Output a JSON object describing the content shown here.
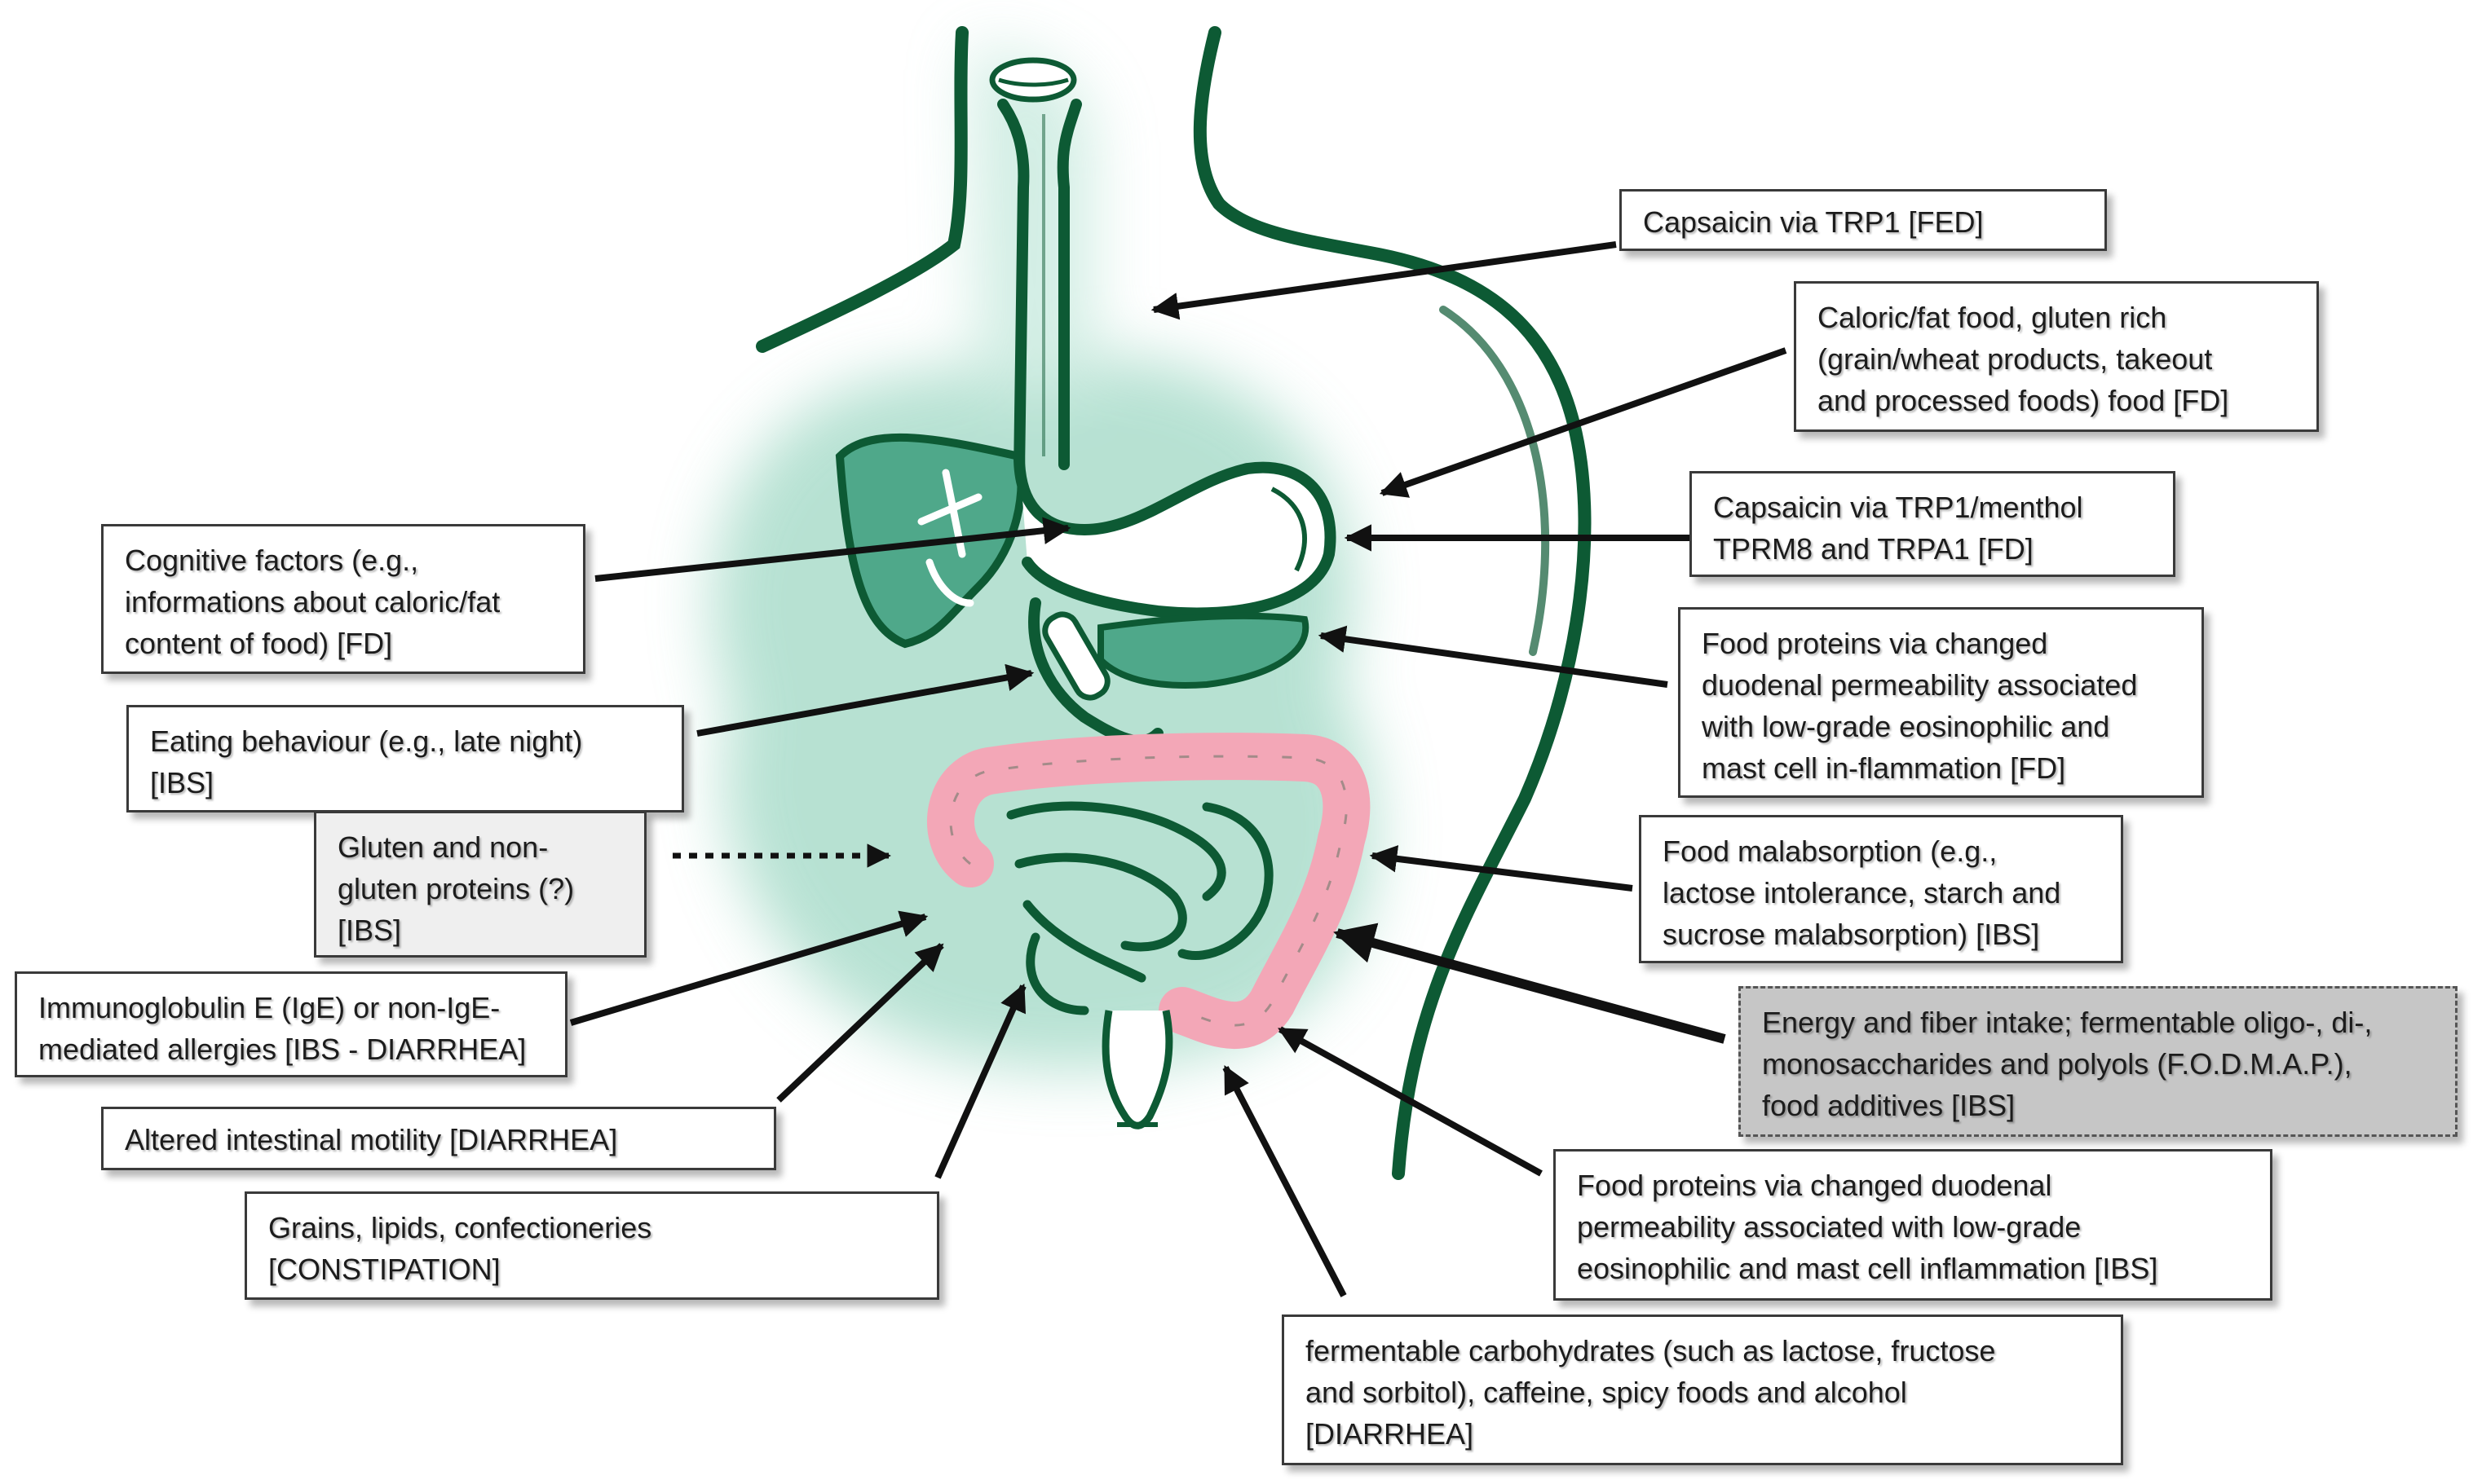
{
  "labels": {
    "capsaicin_trp1": "Capsaicin via TRP1  [FED]",
    "caloric_fat": "Caloric/fat food, gluten rich\n(grain/wheat products, takeout\nand processed foods) food [FD]",
    "capsaicin_menthol": "Capsaicin via TRP1/menthol\nTPRM8 and TRPA1  [FD]",
    "cognitive": "Cognitive factors (e.g.,\ninformations about caloric/fat\ncontent of food) [FD]",
    "food_proteins_fd": "Food proteins via changed\nduodenal permeability associated\nwith low-grade eosinophilic and\nmast cell in-flammation  [FD]",
    "eating_behaviour": "Eating behaviour (e.g., late night)\n[IBS]",
    "gluten": "Gluten and non-\ngluten proteins (?)\n[IBS]",
    "malabsorption": "Food malabsorption (e.g.,\nlactose intolerance, starch and\nsucrose malabsorption) [IBS]",
    "ige": "Immunoglobulin  E (IgE) or non-IgE-\nmediated allergies [IBS - DIARRHEA]",
    "fodmap": "Energy and fiber intake; fermentable oligo-, di-,\nmonosaccharides and polyols (F.O.D.M.A.P.),\nfood additives [IBS]",
    "motility": "Altered intestinal motility [DIARRHEA]",
    "grains": "Grains, lipids, confectioneries\n[CONSTIPATION]",
    "food_proteins_ibs": "Food proteins via changed duodenal\npermeability associated with low-grade\neosinophilic and mast cell inflammation  [IBS]",
    "fermentable": "fermentable carbohydrates (such as lactose, fructose\nand sorbitol), caffeine, spicy foods and alcohol\n[DIARRHEA]"
  },
  "colors": {
    "outline": "#0d5a34",
    "glow": "#9fd8c4",
    "organ_fill": "#4fa88a",
    "colon": "#f3a7b7",
    "arrow": "#111111"
  },
  "icons": {
    "body": "digestive-system-illustration",
    "arrow": "arrowhead"
  }
}
